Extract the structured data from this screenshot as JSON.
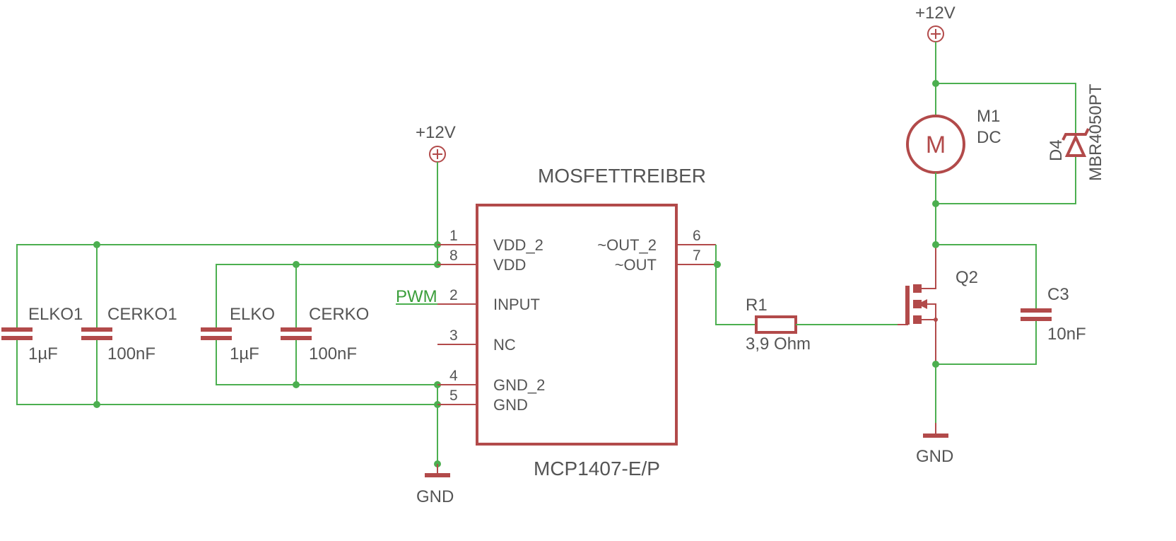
{
  "driver": {
    "name": "MOSFETTREIBER",
    "value": "MCP1407-E/P",
    "pins": [
      {
        "num": "1",
        "name": "VDD_2"
      },
      {
        "num": "8",
        "name": "VDD"
      },
      {
        "num": "2",
        "name": "INPUT"
      },
      {
        "num": "3",
        "name": "NC"
      },
      {
        "num": "4",
        "name": "GND_2"
      },
      {
        "num": "5",
        "name": "GND"
      },
      {
        "num": "6",
        "name": "~OUT_2"
      },
      {
        "num": "7",
        "name": "~OUT"
      }
    ]
  },
  "supplies": {
    "vcc_driver": "+12V",
    "vcc_motor": "+12V",
    "gnd_driver": "GND",
    "gnd_mosfet": "GND"
  },
  "nets": {
    "pwm": "PWM"
  },
  "capacitors": [
    {
      "name": "ELKO1",
      "value": "1µF"
    },
    {
      "name": "CERKO1",
      "value": "100nF"
    },
    {
      "name": "ELKO",
      "value": "1µF"
    },
    {
      "name": "CERKO",
      "value": "100nF"
    },
    {
      "name": "C3",
      "value": "10nF"
    }
  ],
  "resistor": {
    "name": "R1",
    "value": "3,9 Ohm"
  },
  "motor": {
    "name": "M1",
    "value": "DC",
    "symbol": "M"
  },
  "diode": {
    "name": "D4",
    "value": "MBR4050PT"
  },
  "mosfet": {
    "name": "Q2"
  },
  "colors": {
    "wire": "#4caf50",
    "symbol": "#b24a4a",
    "text": "#555555",
    "net_label": "#3a9e3a"
  }
}
